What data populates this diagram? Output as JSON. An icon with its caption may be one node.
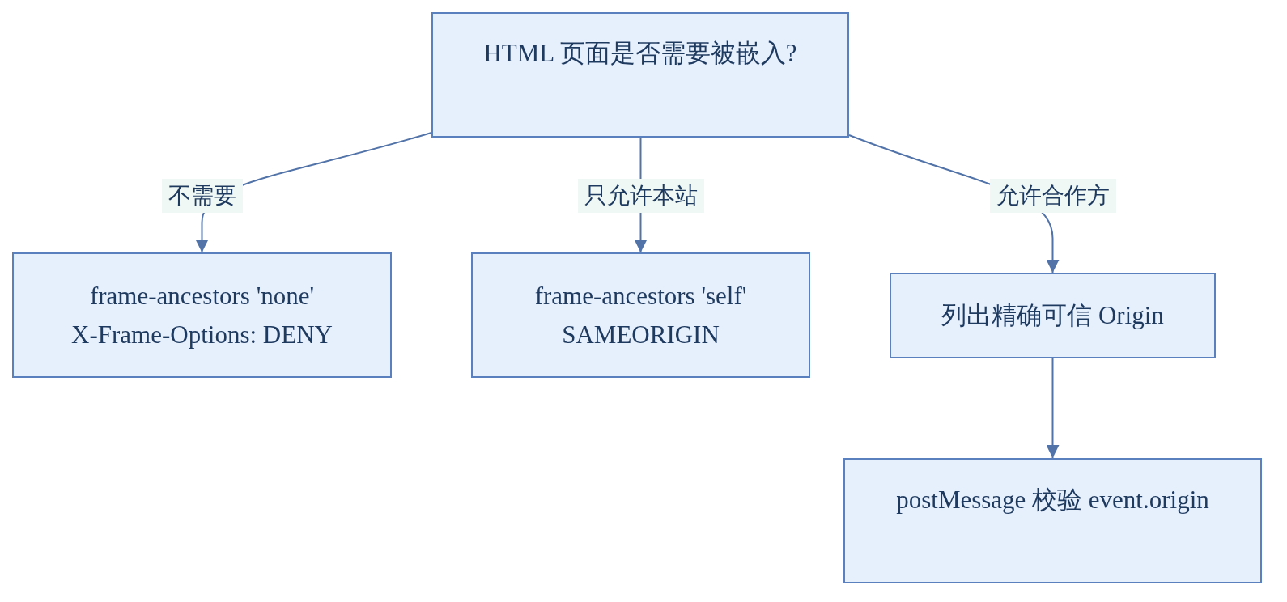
{
  "diagram": {
    "nodes": [
      {
        "text": [
          "HTML 页面是否需要被嵌入?"
        ]
      },
      {
        "text": [
          "frame-ancestors 'none'",
          "X-Frame-Options: DENY"
        ]
      },
      {
        "text": [
          "frame-ancestors 'self'",
          "SAMEORIGIN"
        ]
      },
      {
        "text": [
          "列出精确可信 Origin"
        ]
      },
      {
        "text": [
          "postMessage 校验 event.origin"
        ]
      }
    ],
    "edges": [
      {
        "from": 0,
        "to": 1,
        "arrow": "to",
        "label": "不需要"
      },
      {
        "from": 0,
        "to": 2,
        "arrow": "to",
        "label": "只允许本站"
      },
      {
        "from": 0,
        "to": 3,
        "arrow": "to",
        "label": "允许合作方"
      },
      {
        "from": 3,
        "to": 4,
        "arrow": "to"
      }
    ]
  }
}
